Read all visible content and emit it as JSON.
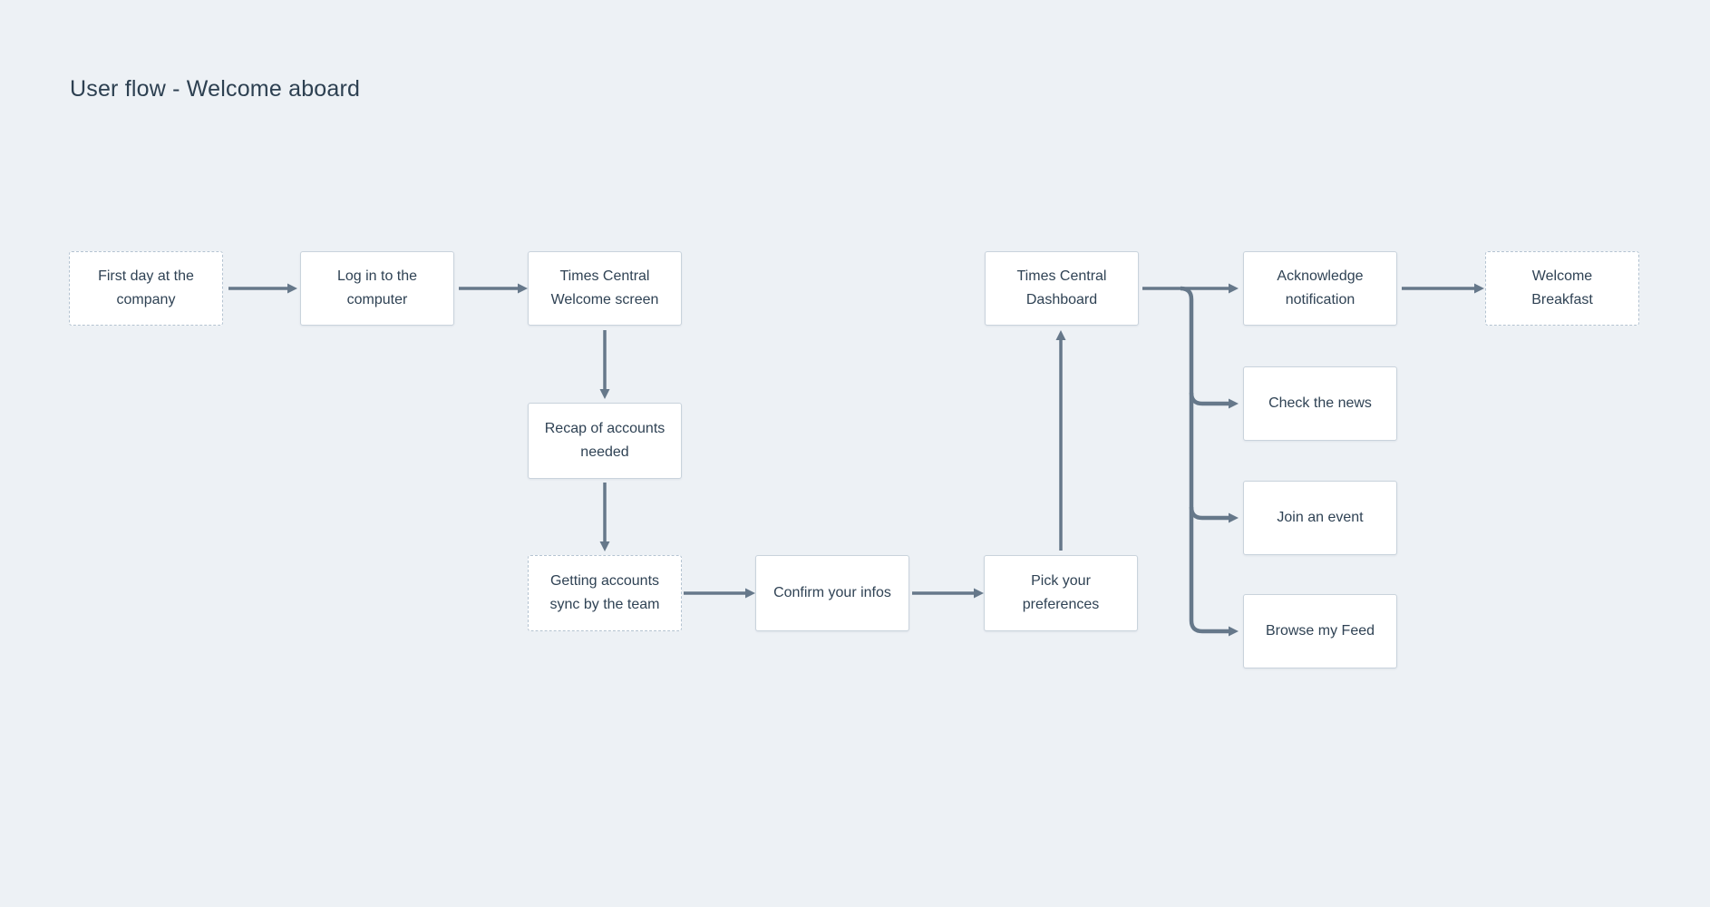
{
  "page_title": "User flow - Welcome aboard",
  "colors": {
    "canvas_background": "#edf1f5",
    "node_background": "#ffffff",
    "node_border_solid": "#c9d3dc",
    "node_border_dashed": "#b4c3d1",
    "connector": "#66788a",
    "text": "#2f4254"
  },
  "nodes": {
    "first_day": {
      "label": "First day at the company",
      "variant": "dashed"
    },
    "log_in": {
      "label": "Log in to the computer",
      "variant": "solid"
    },
    "welcome_screen": {
      "label": "Times Central Welcome screen",
      "variant": "solid"
    },
    "recap_accounts": {
      "label": "Recap of accounts needed",
      "variant": "solid"
    },
    "getting_accounts_sync": {
      "label": "Getting accounts sync by the team",
      "variant": "dashed"
    },
    "confirm_infos": {
      "label": "Confirm your infos",
      "variant": "solid"
    },
    "pick_preferences": {
      "label": "Pick your preferences",
      "variant": "solid"
    },
    "times_central_dashboard": {
      "label": "Times Central Dashboard",
      "variant": "solid"
    },
    "acknowledge_notification": {
      "label": "Acknowledge notification",
      "variant": "solid"
    },
    "welcome_breakfast": {
      "label": "Welcome Breakfast",
      "variant": "dashed"
    },
    "check_the_news": {
      "label": "Check the news",
      "variant": "solid"
    },
    "join_an_event": {
      "label": "Join an event",
      "variant": "solid"
    },
    "browse_my_feed": {
      "label": "Browse my Feed",
      "variant": "solid"
    }
  },
  "edges": [
    {
      "from": "first_day",
      "to": "log_in"
    },
    {
      "from": "log_in",
      "to": "welcome_screen"
    },
    {
      "from": "welcome_screen",
      "to": "recap_accounts"
    },
    {
      "from": "recap_accounts",
      "to": "getting_accounts_sync"
    },
    {
      "from": "getting_accounts_sync",
      "to": "confirm_infos"
    },
    {
      "from": "confirm_infos",
      "to": "pick_preferences"
    },
    {
      "from": "pick_preferences",
      "to": "times_central_dashboard"
    },
    {
      "from": "times_central_dashboard",
      "to": "acknowledge_notification"
    },
    {
      "from": "acknowledge_notification",
      "to": "welcome_breakfast"
    },
    {
      "from": "times_central_dashboard",
      "to": "check_the_news"
    },
    {
      "from": "times_central_dashboard",
      "to": "join_an_event"
    },
    {
      "from": "times_central_dashboard",
      "to": "browse_my_feed"
    }
  ]
}
